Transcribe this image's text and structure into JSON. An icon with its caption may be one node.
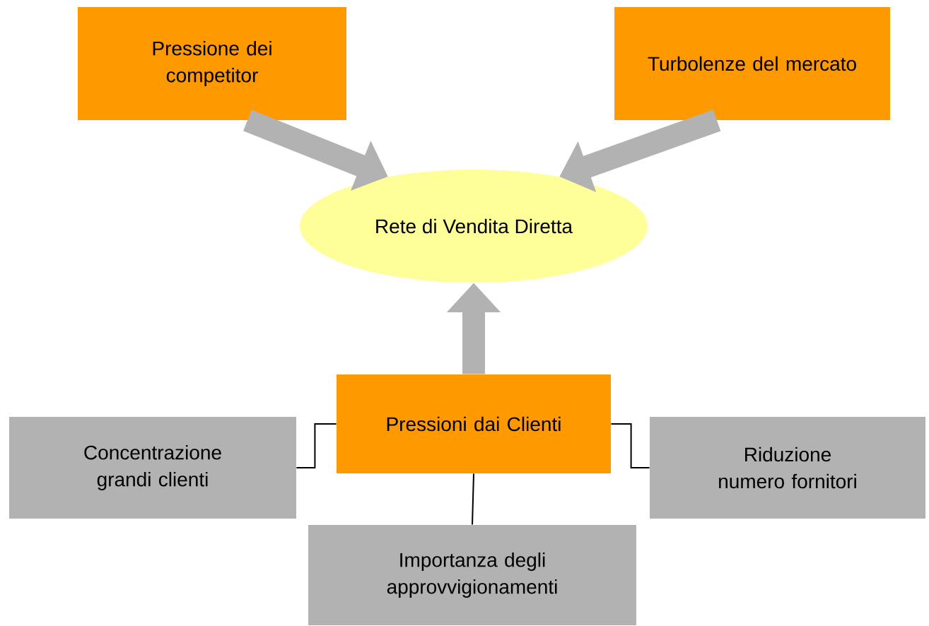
{
  "diagram": {
    "nodes": [
      {
        "text": [
          "Pressione dei competitor"
        ]
      },
      {
        "text": [
          "Turbolenze del mercato"
        ]
      },
      {
        "text": [
          "Rete di Vendita Diretta"
        ]
      },
      {
        "text": [
          "Pressioni dai Clienti"
        ]
      },
      {
        "text": [
          "Concentrazione grandi clienti"
        ]
      },
      {
        "text": [
          "Riduzione numero fornitori"
        ]
      },
      {
        "text": [
          "Importanza degli approvvigionamenti"
        ]
      }
    ],
    "edges": [
      {
        "from": 0,
        "to": 2,
        "arrow": "to",
        "style": "thick",
        "color": "#b2b2b2"
      },
      {
        "from": 1,
        "to": 2,
        "arrow": "to",
        "style": "thick",
        "color": "#b2b2b2"
      },
      {
        "from": 3,
        "to": 2,
        "arrow": "to",
        "style": "thick",
        "color": "#b2b2b2"
      },
      {
        "from": 4,
        "to": 3,
        "arrow": "none",
        "color": "#000000"
      },
      {
        "from": 5,
        "to": 3,
        "arrow": "none",
        "color": "#000000"
      },
      {
        "from": 6,
        "to": 3,
        "arrow": "none",
        "color": "#000000"
      }
    ]
  }
}
